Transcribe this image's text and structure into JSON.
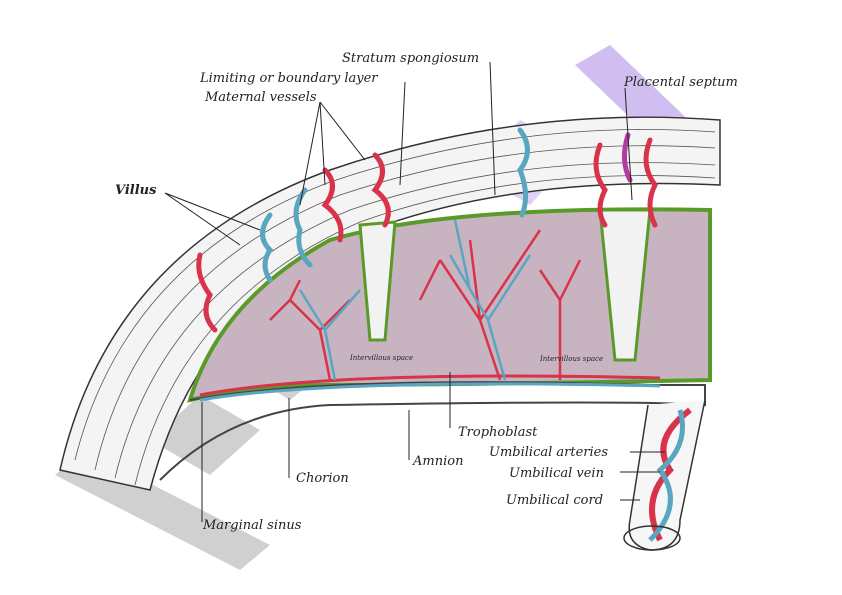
{
  "figure": {
    "labels": {
      "stratum_spongiosum": "Stratum spongiosum",
      "limiting_layer": "Limiting or boundary layer",
      "maternal_vessels": "Maternal vessels",
      "placental_septum": "Placental septum",
      "villus": "Villus",
      "intervillous_space_1": "Intervillous space",
      "intervillous_space_2": "Intervillous space",
      "trophoblast": "Trophoblast",
      "umbilical_arteries": "Umbilical arteries",
      "umbilical_vein": "Umbilical vein",
      "umbilical_cord": "Umbilical cord",
      "amnion": "Amnion",
      "chorion": "Chorion",
      "marginal_sinus": "Marginal sinus"
    }
  },
  "colors": {
    "artery": "#d8334a",
    "vein": "#5aa6c0",
    "trophoblast": "#5a9a2a",
    "intervillous": "#c8b4c0",
    "watermark_grey": "#c8c8c8",
    "watermark_purple": "#c9b3ef"
  }
}
